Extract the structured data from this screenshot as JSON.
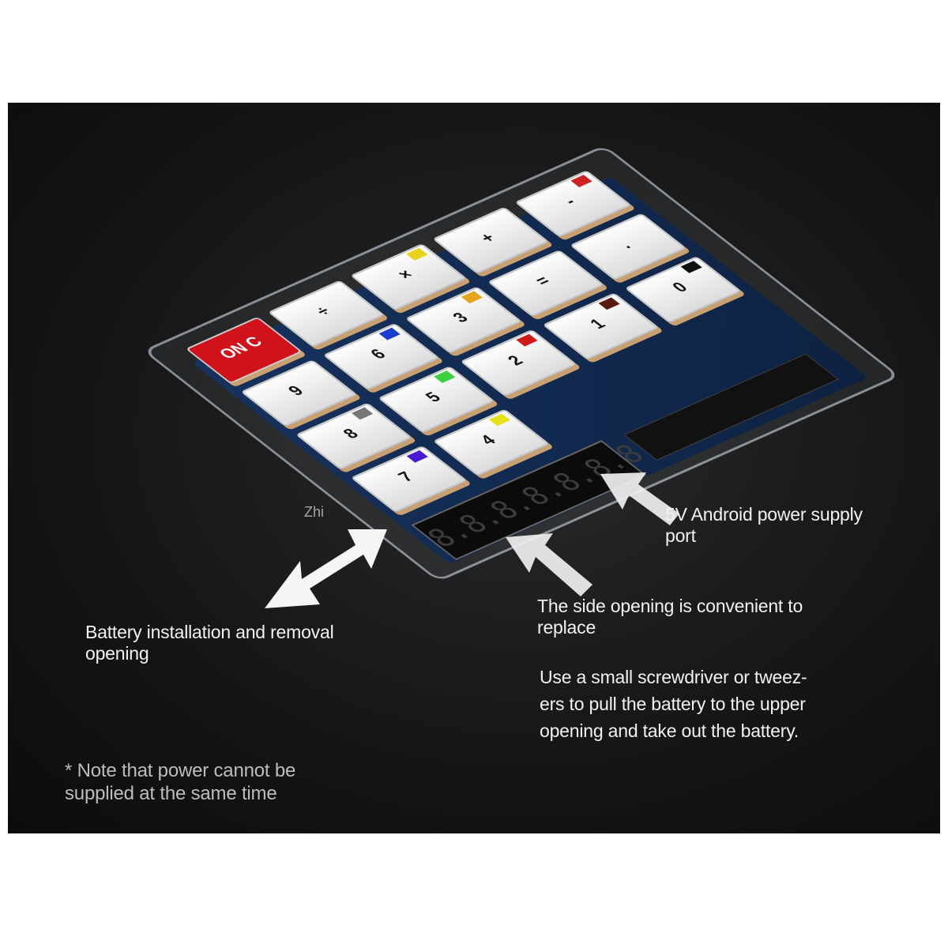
{
  "captions": {
    "power_port": [
      "5V Android power supply",
      "port"
    ],
    "side_opening": [
      "The side opening is convenient to",
      "replace"
    ],
    "battery_opening": [
      "Battery installation and removal",
      "opening"
    ],
    "instructions": [
      "Use a small screwdriver or tweez-",
      "ers to pull the battery to the upper",
      "opening and take out the battery."
    ],
    "note": [
      "* Note that power cannot be",
      "supplied at the same time"
    ]
  },
  "watermark": "Zhi",
  "display_text": "8.8.8.8.8.8.8.8",
  "keys": [
    {
      "label": "ON C",
      "tag": "",
      "color": "#d0121b"
    },
    {
      "label": "÷",
      "tag": "",
      "color": ""
    },
    {
      "label": "×",
      "tag": "",
      "color": "#e8d21a"
    },
    {
      "label": "+",
      "tag": "",
      "color": ""
    },
    {
      "label": "-",
      "tag": "",
      "color": "#cc2222"
    },
    {
      "label": "9",
      "tag": "",
      "color": ""
    },
    {
      "label": "6",
      "tag": "",
      "color": "#1a3fd0"
    },
    {
      "label": "3",
      "tag": "",
      "color": "#e8a41a"
    },
    {
      "label": "=",
      "tag": "",
      "color": ""
    },
    {
      "label": ".",
      "tag": "",
      "color": ""
    },
    {
      "label": "8",
      "tag": "",
      "color": "#777777"
    },
    {
      "label": "5",
      "tag": "",
      "color": "#3dd13d"
    },
    {
      "label": "2",
      "tag": "",
      "color": "#d01a1a"
    },
    {
      "label": "1",
      "tag": "",
      "color": "#5a1a10"
    },
    {
      "label": "0",
      "tag": "",
      "color": "#111111"
    },
    {
      "label": "7",
      "tag": "",
      "color": "#4a1ad0"
    },
    {
      "label": "4",
      "tag": "",
      "color": "#e8e01a"
    }
  ]
}
